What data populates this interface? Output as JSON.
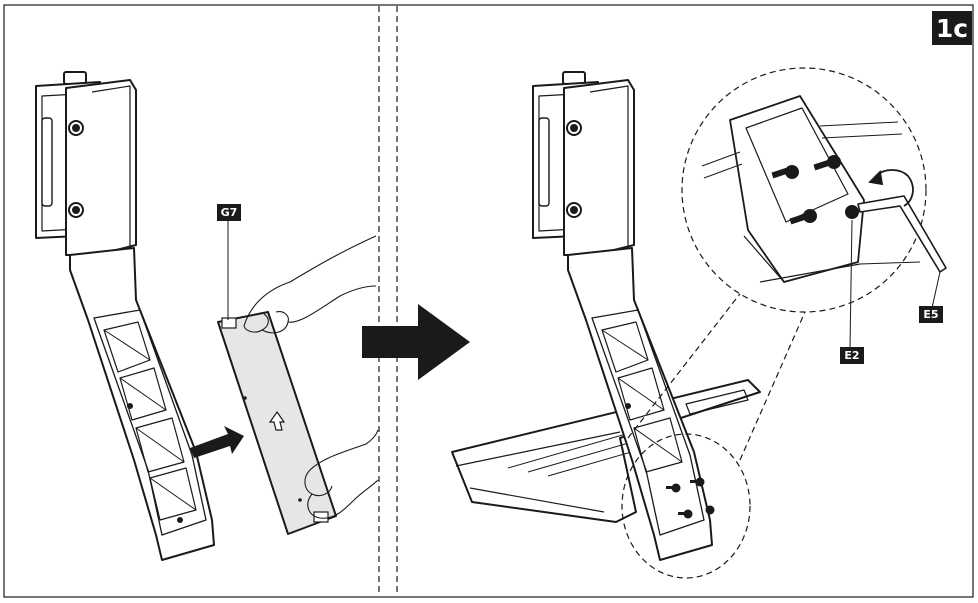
{
  "step": {
    "number": "1c"
  },
  "labels": {
    "cover_plate": "G7",
    "hex_key": "E5",
    "screws": "E2"
  },
  "colors": {
    "ink": "#1a1a1a",
    "plate_fill": "#e6e6e6",
    "badge_bg": "#1a1a1a",
    "badge_text": "#ffffff"
  },
  "icons": [
    "arrow-right-icon",
    "insert-arrow-icon",
    "up-arrow-icon",
    "rotate-arrow-icon",
    "hex-key-icon",
    "screw-icon"
  ]
}
